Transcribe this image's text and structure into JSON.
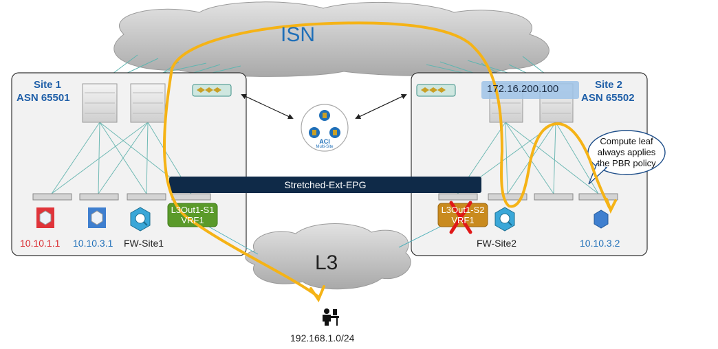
{
  "diagram": {
    "isn_label": "ISN",
    "l3_label": "L3",
    "stretched_bar_label": "Stretched-Ext-EPG",
    "aci_label": "ACI",
    "aci_sublabel": "Multi-Site",
    "site1": {
      "title": "Site 1",
      "asn": "ASN 65501",
      "l3out_line1": "L3Out1-S1",
      "l3out_line2": "VRF1",
      "endpoints": [
        "10.10.1.1",
        "10.10.3.1"
      ],
      "firewall_label": "FW-Site1"
    },
    "site2": {
      "title": "Site 2",
      "asn": "ASN 65502",
      "l3out_line1": "L3Out1-S2",
      "l3out_line2": "VRF1",
      "vip": "172.16.200.100",
      "firewall_label": "FW-Site2",
      "endpoint": "10.10.3.2",
      "callout": [
        "Compute leaf",
        "always applies",
        "the PBR policy"
      ]
    },
    "external_subnet": "192.168.1.0/24",
    "colors": {
      "path": "#f5b316",
      "site_fill": "#f2f2f2",
      "bar": "#0f2a48",
      "l3out_green": "#5a9a2a",
      "l3out_orange": "#c98a1e",
      "vip_fill": "#9fc3e8",
      "fail_x": "#e01818"
    }
  }
}
